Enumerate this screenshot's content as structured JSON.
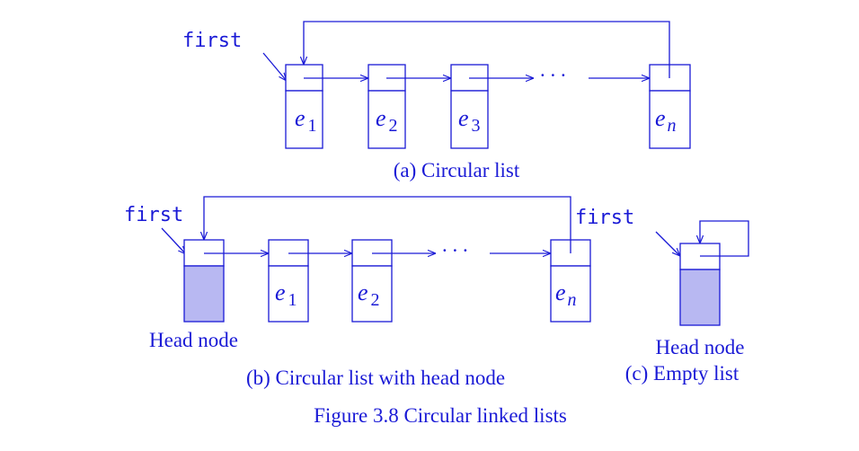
{
  "colors": {
    "ink": "#1a1ad6",
    "head_fill": "#b8b8f2"
  },
  "labels": {
    "first_pointer": "first",
    "ellipsis": ". . .",
    "element_symbol": "e",
    "head_node": "Head node"
  },
  "panel_a": {
    "caption": "(a) Circular list",
    "nodes": [
      {
        "sub": "1",
        "sub_italic": false
      },
      {
        "sub": "2",
        "sub_italic": false
      },
      {
        "sub": "3",
        "sub_italic": false
      },
      {
        "sub": "n",
        "sub_italic": true
      }
    ]
  },
  "panel_b": {
    "caption": "(b) Circular list with head node",
    "nodes": [
      {
        "sub": "1",
        "sub_italic": false
      },
      {
        "sub": "2",
        "sub_italic": false
      },
      {
        "sub": "n",
        "sub_italic": true
      }
    ]
  },
  "panel_c": {
    "caption": "(c) Empty list"
  },
  "figure_caption": "Figure 3.8 Circular linked lists"
}
